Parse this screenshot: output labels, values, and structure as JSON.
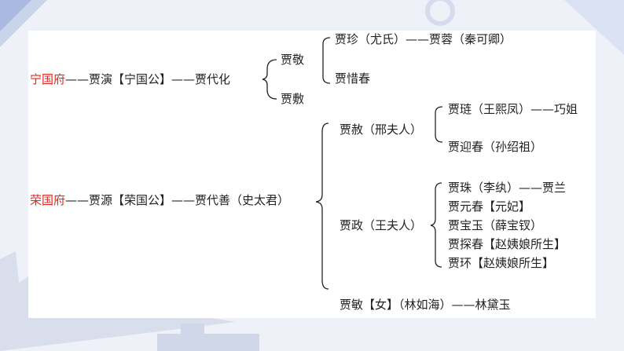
{
  "ning": {
    "name": "宁国府",
    "chain": "——贾演【宁国公】——贾代化",
    "sons": [
      {
        "name": "贾敬",
        "children": [
          "贾珍（尤氏）——贾蓉（秦可卿）",
          "贾惜春"
        ]
      },
      {
        "name": "贾敷"
      }
    ]
  },
  "rong": {
    "name": "荣国府",
    "chain": "——贾源【荣国公】——贾代善（史太君）",
    "she": {
      "name": "贾赦（邢夫人）",
      "children": [
        "贾琏（王熙凤）——巧姐",
        "贾迎春（孙绍祖）"
      ]
    },
    "zheng": {
      "name": "贾政（王夫人）",
      "children": [
        "贾珠（李纨）——贾兰",
        "贾元春【元妃】",
        "贾宝玉（薛宝钗）",
        "贾探春【赵姨娘所生】",
        "贾环【赵姨娘所生】"
      ]
    },
    "min": "贾敏【女】（林如海）——林黛玉"
  },
  "colors": {
    "highlight": "#e0261f",
    "accent": "#3a5bb0"
  }
}
